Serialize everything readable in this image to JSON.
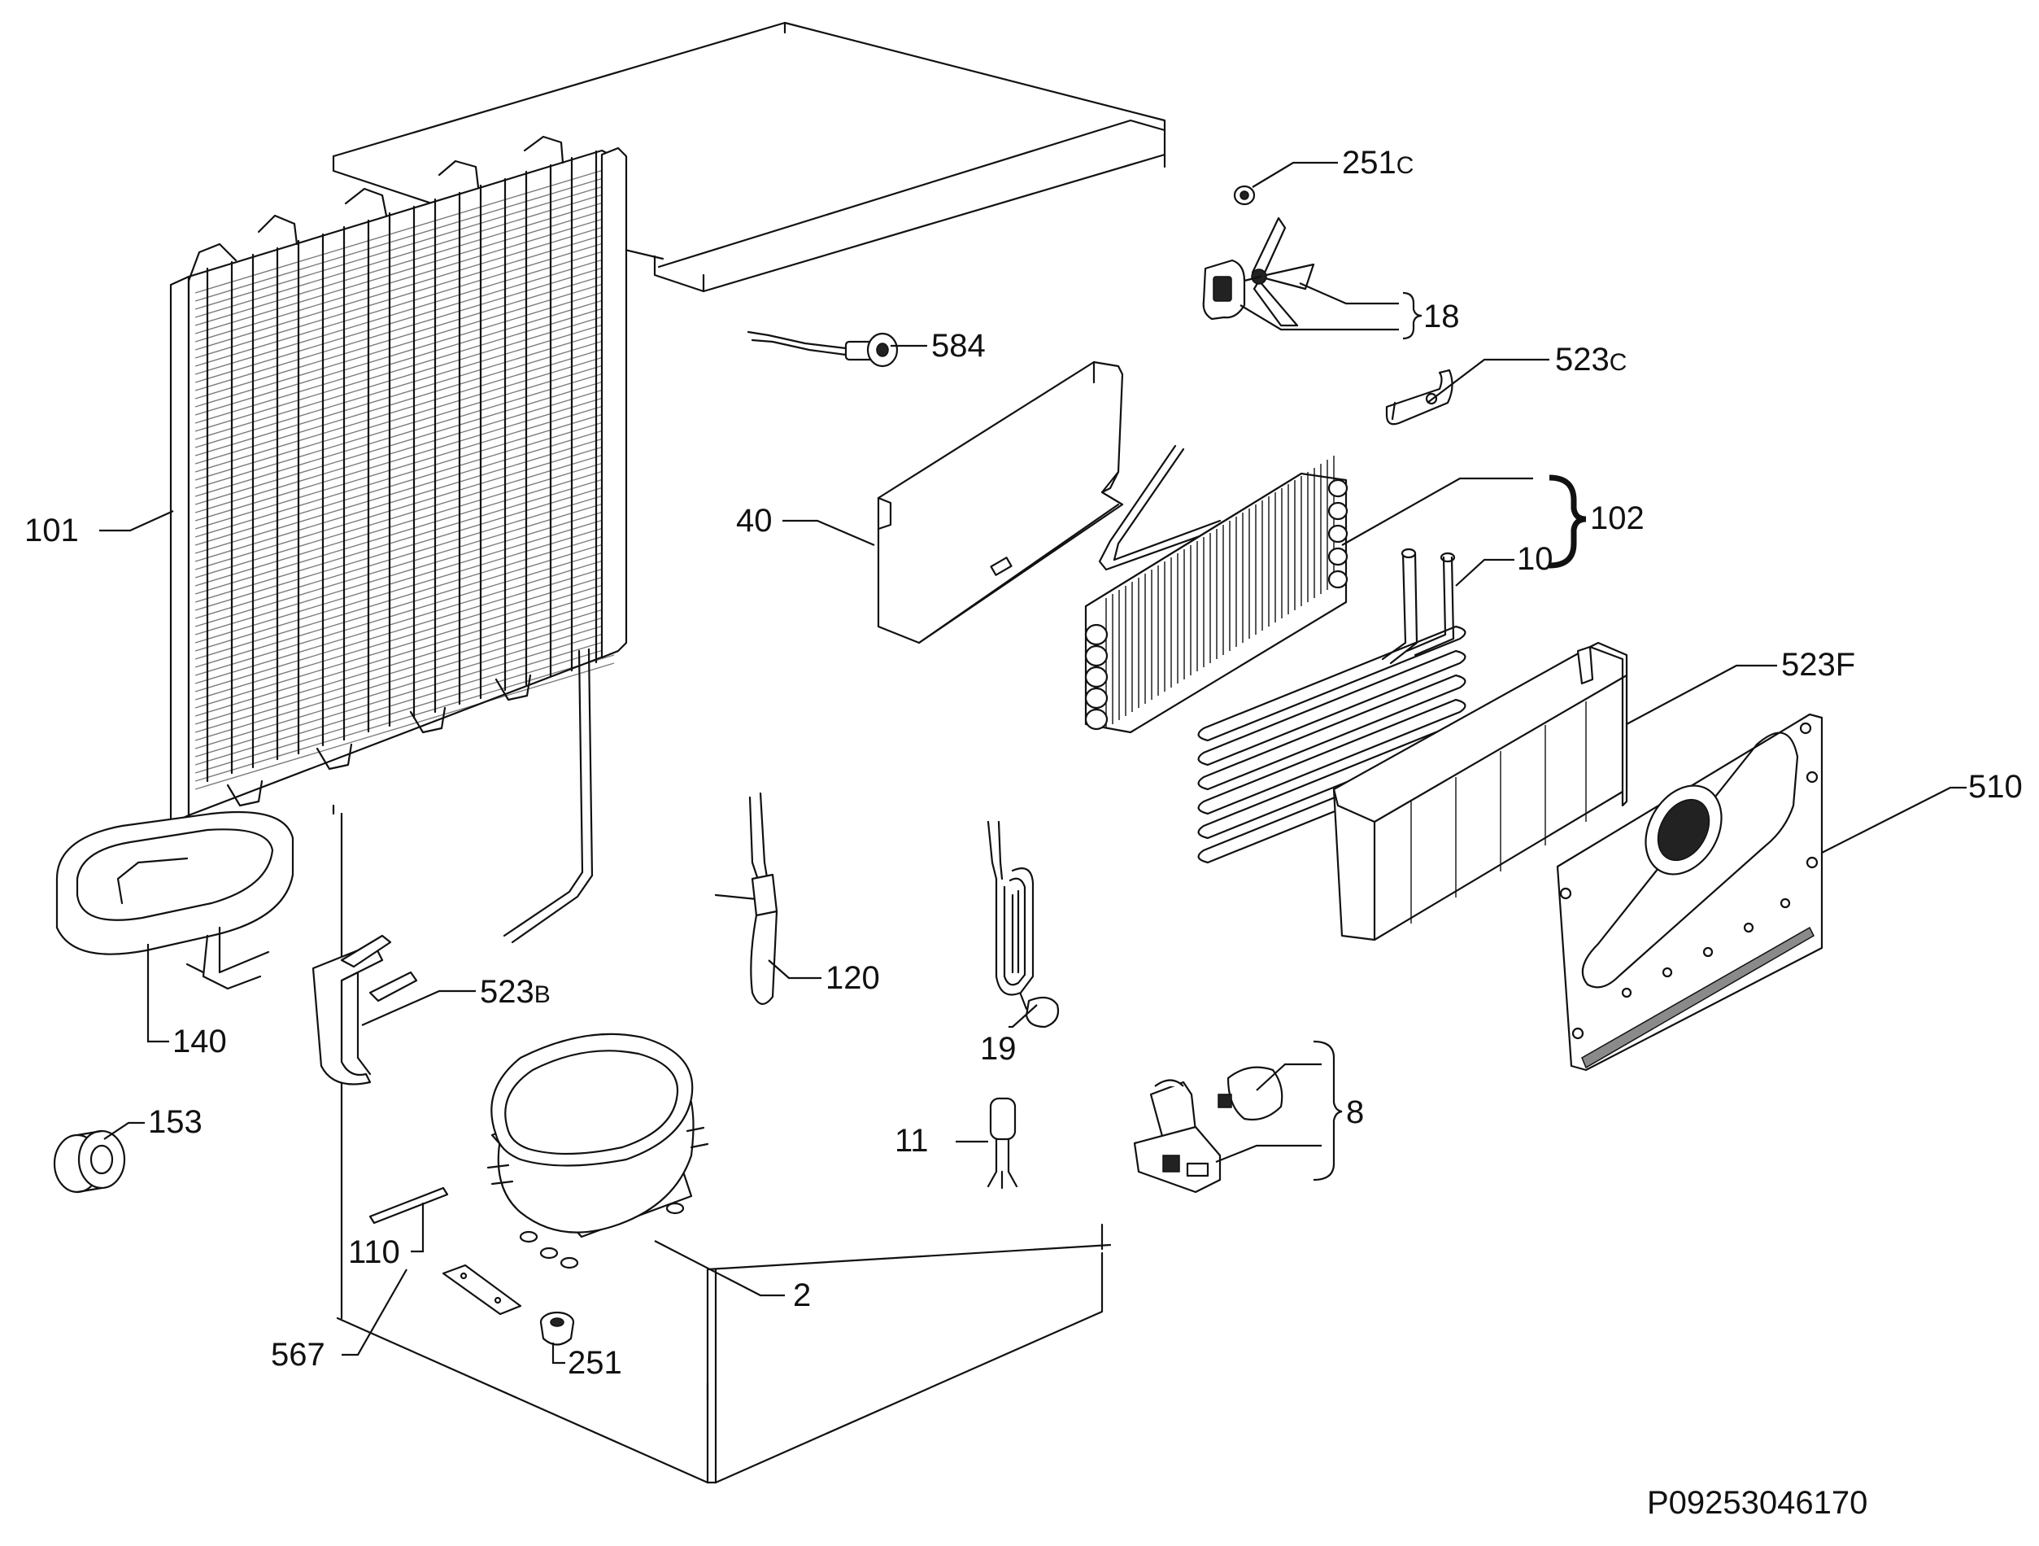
{
  "diagram": {
    "code": "P09253046170",
    "callouts": [
      {
        "id": "251c",
        "number": "251",
        "suffix": "C"
      },
      {
        "id": "18",
        "number": "18",
        "suffix": ""
      },
      {
        "id": "584",
        "number": "584",
        "suffix": ""
      },
      {
        "id": "523c",
        "number": "523",
        "suffix": "C"
      },
      {
        "id": "101",
        "number": "101",
        "suffix": ""
      },
      {
        "id": "40",
        "number": "40",
        "suffix": ""
      },
      {
        "id": "102",
        "number": "102",
        "suffix": ""
      },
      {
        "id": "10",
        "number": "10",
        "suffix": ""
      },
      {
        "id": "523f",
        "number": "523F",
        "suffix": ""
      },
      {
        "id": "510",
        "number": "510",
        "suffix": ""
      },
      {
        "id": "120",
        "number": "120",
        "suffix": ""
      },
      {
        "id": "140",
        "number": "140",
        "suffix": ""
      },
      {
        "id": "523b",
        "number": "523",
        "suffix": "B"
      },
      {
        "id": "19",
        "number": "19",
        "suffix": ""
      },
      {
        "id": "153",
        "number": "153",
        "suffix": ""
      },
      {
        "id": "8",
        "number": "8",
        "suffix": ""
      },
      {
        "id": "11",
        "number": "11",
        "suffix": ""
      },
      {
        "id": "110",
        "number": "110",
        "suffix": ""
      },
      {
        "id": "2",
        "number": "2",
        "suffix": ""
      },
      {
        "id": "567",
        "number": "567",
        "suffix": ""
      },
      {
        "id": "251",
        "number": "251",
        "suffix": ""
      }
    ]
  }
}
